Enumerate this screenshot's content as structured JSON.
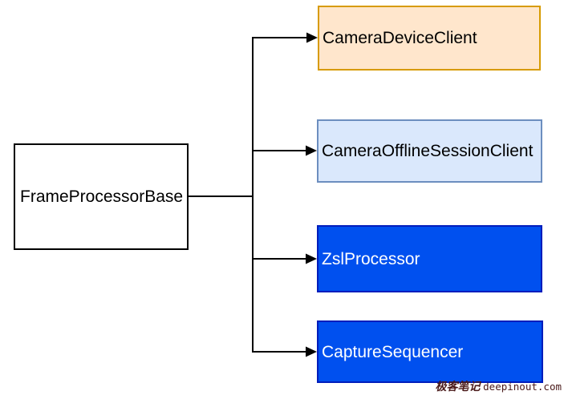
{
  "diagram": {
    "root": {
      "label": "FrameProcessorBase",
      "fill": "#FFFFFF",
      "border": "#000000",
      "text_color": "#000000"
    },
    "children": [
      {
        "label": "CameraDeviceClient",
        "fill": "#FFE6CC",
        "border": "#D79B00",
        "text_color": "#000000"
      },
      {
        "label": "CameraOfflineSessionClient",
        "fill": "#DAE8FC",
        "border": "#6C8EBF",
        "text_color": "#000000"
      },
      {
        "label": "ZslProcessor",
        "fill": "#0050EF",
        "border": "#001DBC",
        "text_color": "#FFFFFF"
      },
      {
        "label": "CaptureSequencer",
        "fill": "#0050EF",
        "border": "#001DBC",
        "text_color": "#FFFFFF"
      }
    ],
    "connector_color": "#000000"
  },
  "watermark": {
    "text_cn": "极客笔记",
    "text_en": "deepinout.com",
    "color": "#4A1A1A"
  }
}
